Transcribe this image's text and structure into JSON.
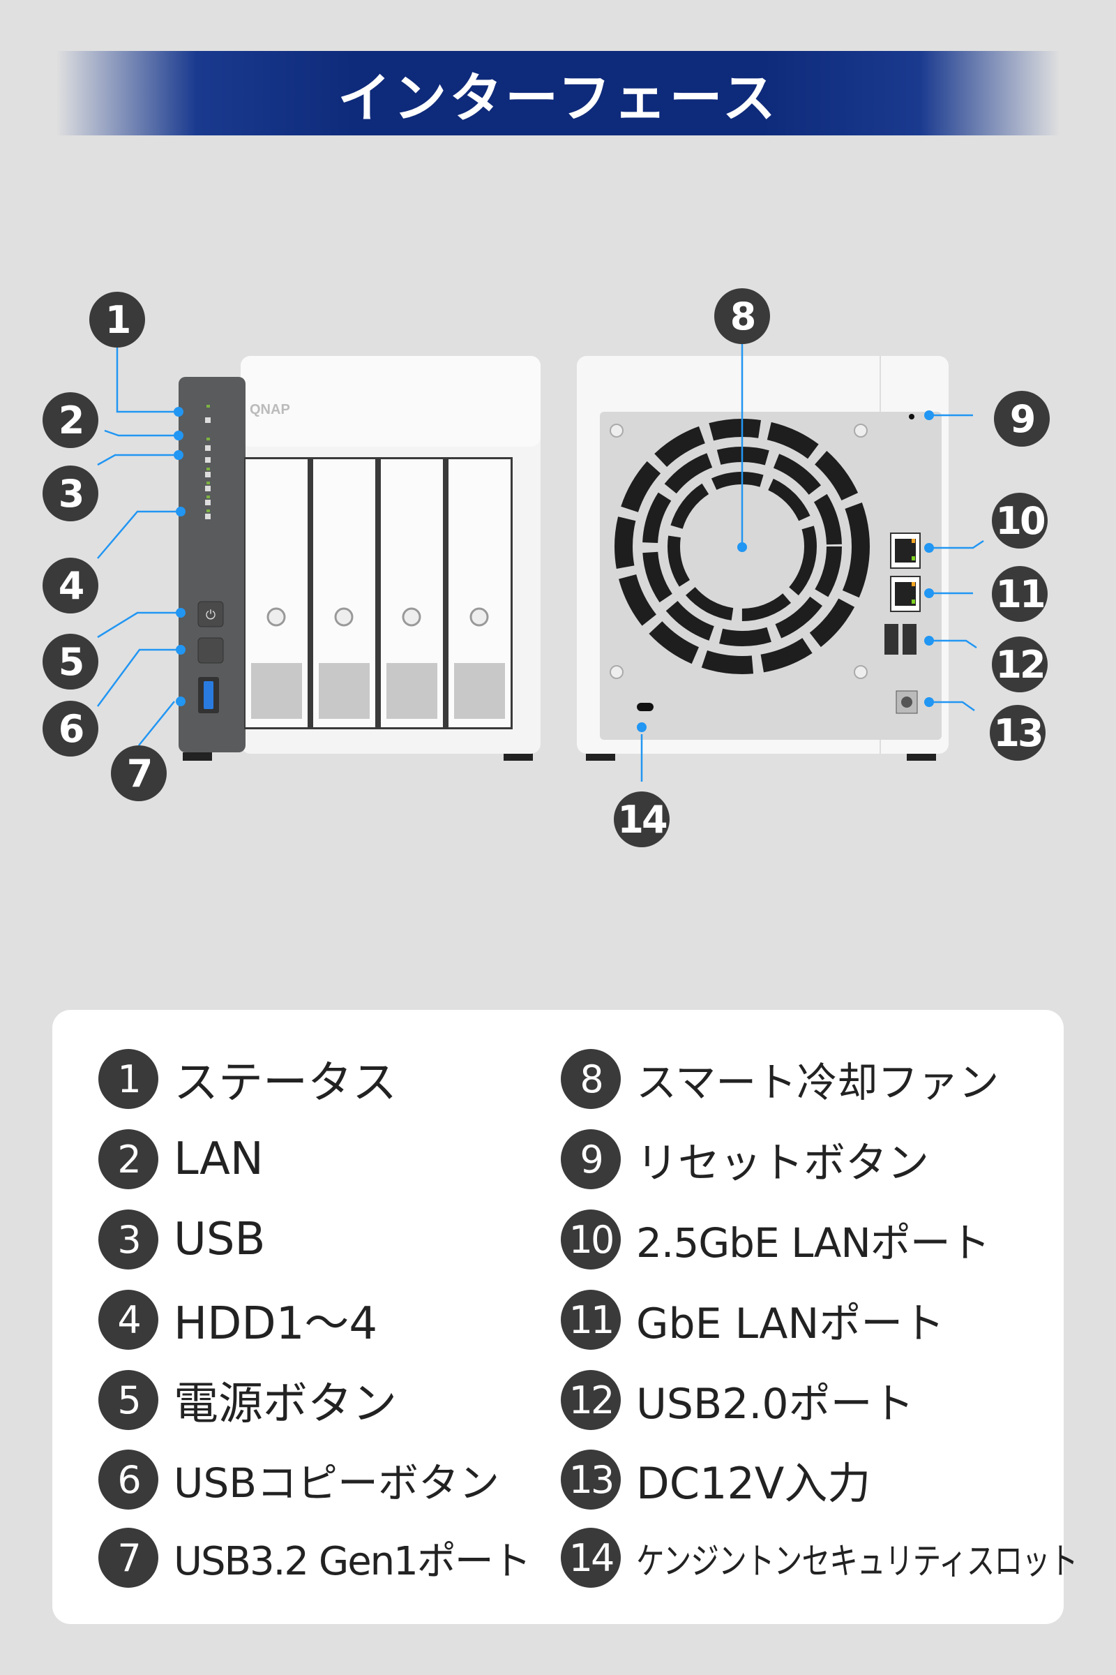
{
  "title": "インターフェース",
  "brand_logo": "QNAP",
  "colors": {
    "banner": "#0e2a7a",
    "callout": "#3a3a3a",
    "leader_line": "#2196f3",
    "background": "#e0e0e0"
  },
  "callouts": [
    "1",
    "2",
    "3",
    "4",
    "5",
    "6",
    "7",
    "8",
    "9",
    "10",
    "11",
    "12",
    "13",
    "14"
  ],
  "legend": {
    "left": [
      {
        "num": "1",
        "label": "ステータス"
      },
      {
        "num": "2",
        "label": "LAN"
      },
      {
        "num": "3",
        "label": "USB"
      },
      {
        "num": "4",
        "label": "HDD1～4"
      },
      {
        "num": "5",
        "label": "電源ボタン"
      },
      {
        "num": "6",
        "label": "USBコピーボタン"
      },
      {
        "num": "7",
        "label": "USB3.2 Gen1ポート"
      }
    ],
    "right": [
      {
        "num": "8",
        "label": "スマート冷却ファン"
      },
      {
        "num": "9",
        "label": "リセットボタン"
      },
      {
        "num": "10",
        "label": "2.5GbE LANポート"
      },
      {
        "num": "11",
        "label": "GbE LANポート"
      },
      {
        "num": "12",
        "label": "USB2.0ポート"
      },
      {
        "num": "13",
        "label": "DC12V入力"
      },
      {
        "num": "14",
        "label": "ケンジントンセキュリティスロット"
      }
    ]
  }
}
